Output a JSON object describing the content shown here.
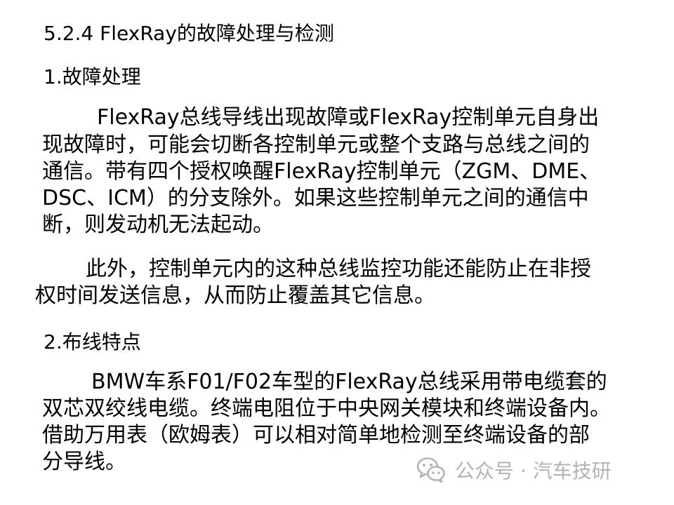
{
  "section_title": "5.2.4 FlexRay的故障处理与检测",
  "subsections": [
    {
      "heading": "1.故障处理",
      "paragraphs": [
        [
          "FlexRay总线导线出现故障或FlexRay控制单元自身出",
          "现故障时，可能会切断各控制单元或整个支路与总线之间的",
          "通信。带有四个授权唤醒FlexRay控制单元（ZGM、DME、",
          "DSC、ICM）的分支除外。如果这些控制单元之间的通信中",
          "断，则发动机无法起动。"
        ],
        [
          "此外，控制单元内的这种总线监控功能还能防止在非授",
          "权时间发送信息，从而防止覆盖其它信息。"
        ]
      ]
    },
    {
      "heading": "2.布线特点",
      "paragraphs": [
        [
          "BMW车系F01/F02车型的FlexRay总线采用带电缆套的",
          "双芯双绞线电缆。终端电阻位于中央网关模块和终端设备内。",
          "借助万用表（欧姆表）可以相对简单地检测至终端设备的部",
          "分导线。"
        ]
      ]
    }
  ],
  "watermark": {
    "text": "公众号 · 汽车技研",
    "icon": "wechat-icon"
  }
}
